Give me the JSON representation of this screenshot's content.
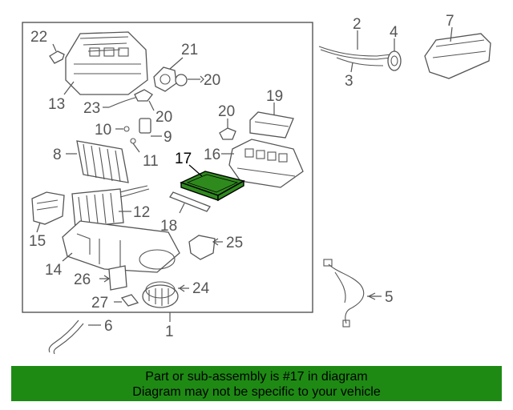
{
  "diagram": {
    "highlight_color": "#2f8a1e",
    "highlighted_part": "17",
    "callouts": {
      "c1": "1",
      "c2": "2",
      "c3": "3",
      "c4": "4",
      "c5": "5",
      "c6": "6",
      "c7": "7",
      "c8": "8",
      "c9": "9",
      "c10": "10",
      "c11": "11",
      "c12": "12",
      "c13": "13",
      "c14": "14",
      "c15": "15",
      "c16": "16",
      "c17": "17",
      "c18": "18",
      "c19": "19",
      "c20a": "20",
      "c20b": "20",
      "c20c": "20",
      "c21": "21",
      "c22": "22",
      "c23": "23",
      "c24": "24",
      "c25": "25",
      "c26": "26",
      "c27": "27"
    }
  },
  "banner": {
    "line1": "Part or sub-assembly is #17 in diagram",
    "line2": "Diagram may not be specific to your vehicle",
    "background": "#1e8a14"
  }
}
